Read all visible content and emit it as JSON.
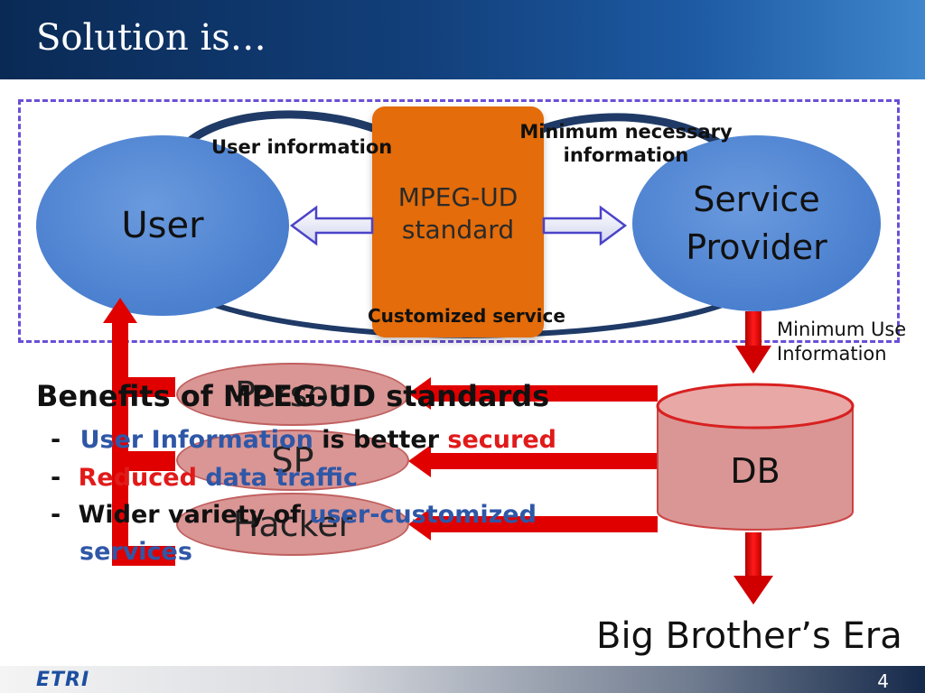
{
  "slide": {
    "title": "Solution is…",
    "page_number": "4",
    "logo_text": "ETRI"
  },
  "diagram": {
    "user": "User",
    "mpeg_line1": "MPEG-UD",
    "mpeg_line2": "standard",
    "service_provider_line1": "Service",
    "service_provider_line2": "Provider",
    "flow_user_information": "User information",
    "flow_min_necessary_line1": "Minimum necessary",
    "flow_min_necessary_line2": "information",
    "flow_customized_service": "Customized service",
    "min_user_info_line1": "Minimum Use",
    "min_user_info_line2": "Information",
    "person": "Person",
    "sp": "SP",
    "hacker": "Hacker",
    "db": "DB",
    "big_brother": "Big Brother’s Era"
  },
  "benefits": {
    "heading": "Benefits of MPEG-UD standards",
    "item1_dash": "-",
    "item1_part1": "User Information",
    "item1_part2": " is better ",
    "item1_part3": "secured",
    "item2_dash": "-",
    "item2_part1": "Reduced",
    "item2_part2": " data traffic",
    "item3_dash": "-",
    "item3_part1": "Wider variety of ",
    "item3_part2": "user-customized",
    "item3_part3": "services"
  },
  "colors": {
    "title_bar": "#123f7a",
    "dashed_border": "#6a4fd6",
    "ellipse_blue": "#4f86d0",
    "mpeg_orange": "#e46c0a",
    "red_arrow": "#e00000",
    "db_pink": "#d99694",
    "text_blue": "#2f57a7",
    "text_red": "#e11a1a"
  }
}
